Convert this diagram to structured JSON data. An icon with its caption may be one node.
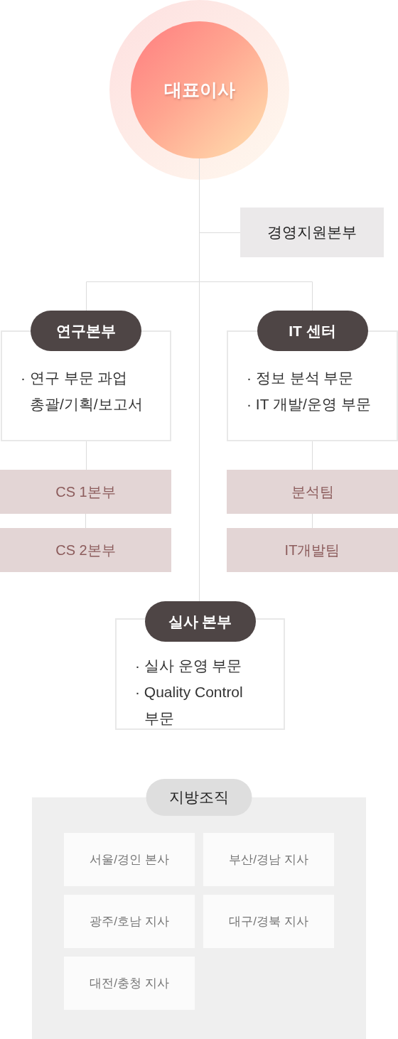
{
  "diagram": {
    "nodes": [
      {
        "text": [
          "대표이사"
        ]
      },
      {
        "text": [
          "경영지원본부"
        ]
      },
      {
        "text": [
          "연구본부",
          "· 연구 부문 과업 총괄/기획/보고서"
        ]
      },
      {
        "text": [
          "IT 센터",
          "· 정보 분석 부문",
          "· IT 개발/운영 부문"
        ]
      },
      {
        "text": [
          "CS 1본부"
        ]
      },
      {
        "text": [
          "분석팀"
        ]
      },
      {
        "text": [
          "CS 2본부"
        ]
      },
      {
        "text": [
          "IT개발팀"
        ]
      },
      {
        "text": [
          "실사 본부",
          "· 실사 운영 부문",
          "· Quality Control 부문"
        ]
      },
      {
        "text": [
          "지방조직"
        ]
      },
      {
        "text": [
          "서울/경인 본사"
        ],
        "in": 9
      },
      {
        "text": [
          "부산/경남 지사"
        ],
        "in": 9
      },
      {
        "text": [
          "광주/호남 지사"
        ],
        "in": 9
      },
      {
        "text": [
          "대구/경북 지사"
        ],
        "in": 9
      },
      {
        "text": [
          "대전/충청 지사"
        ],
        "in": 9
      }
    ],
    "edges": [
      {
        "from": 0,
        "to": 1,
        "arrow": "none"
      },
      {
        "from": 0,
        "to": 2,
        "arrow": "none"
      },
      {
        "from": 0,
        "to": 3,
        "arrow": "none"
      },
      {
        "from": 2,
        "to": 4,
        "arrow": "none"
      },
      {
        "from": 4,
        "to": 6,
        "arrow": "none"
      },
      {
        "from": 3,
        "to": 5,
        "arrow": "none"
      },
      {
        "from": 5,
        "to": 7,
        "arrow": "none"
      },
      {
        "from": 0,
        "to": 8,
        "arrow": "none"
      }
    ]
  }
}
